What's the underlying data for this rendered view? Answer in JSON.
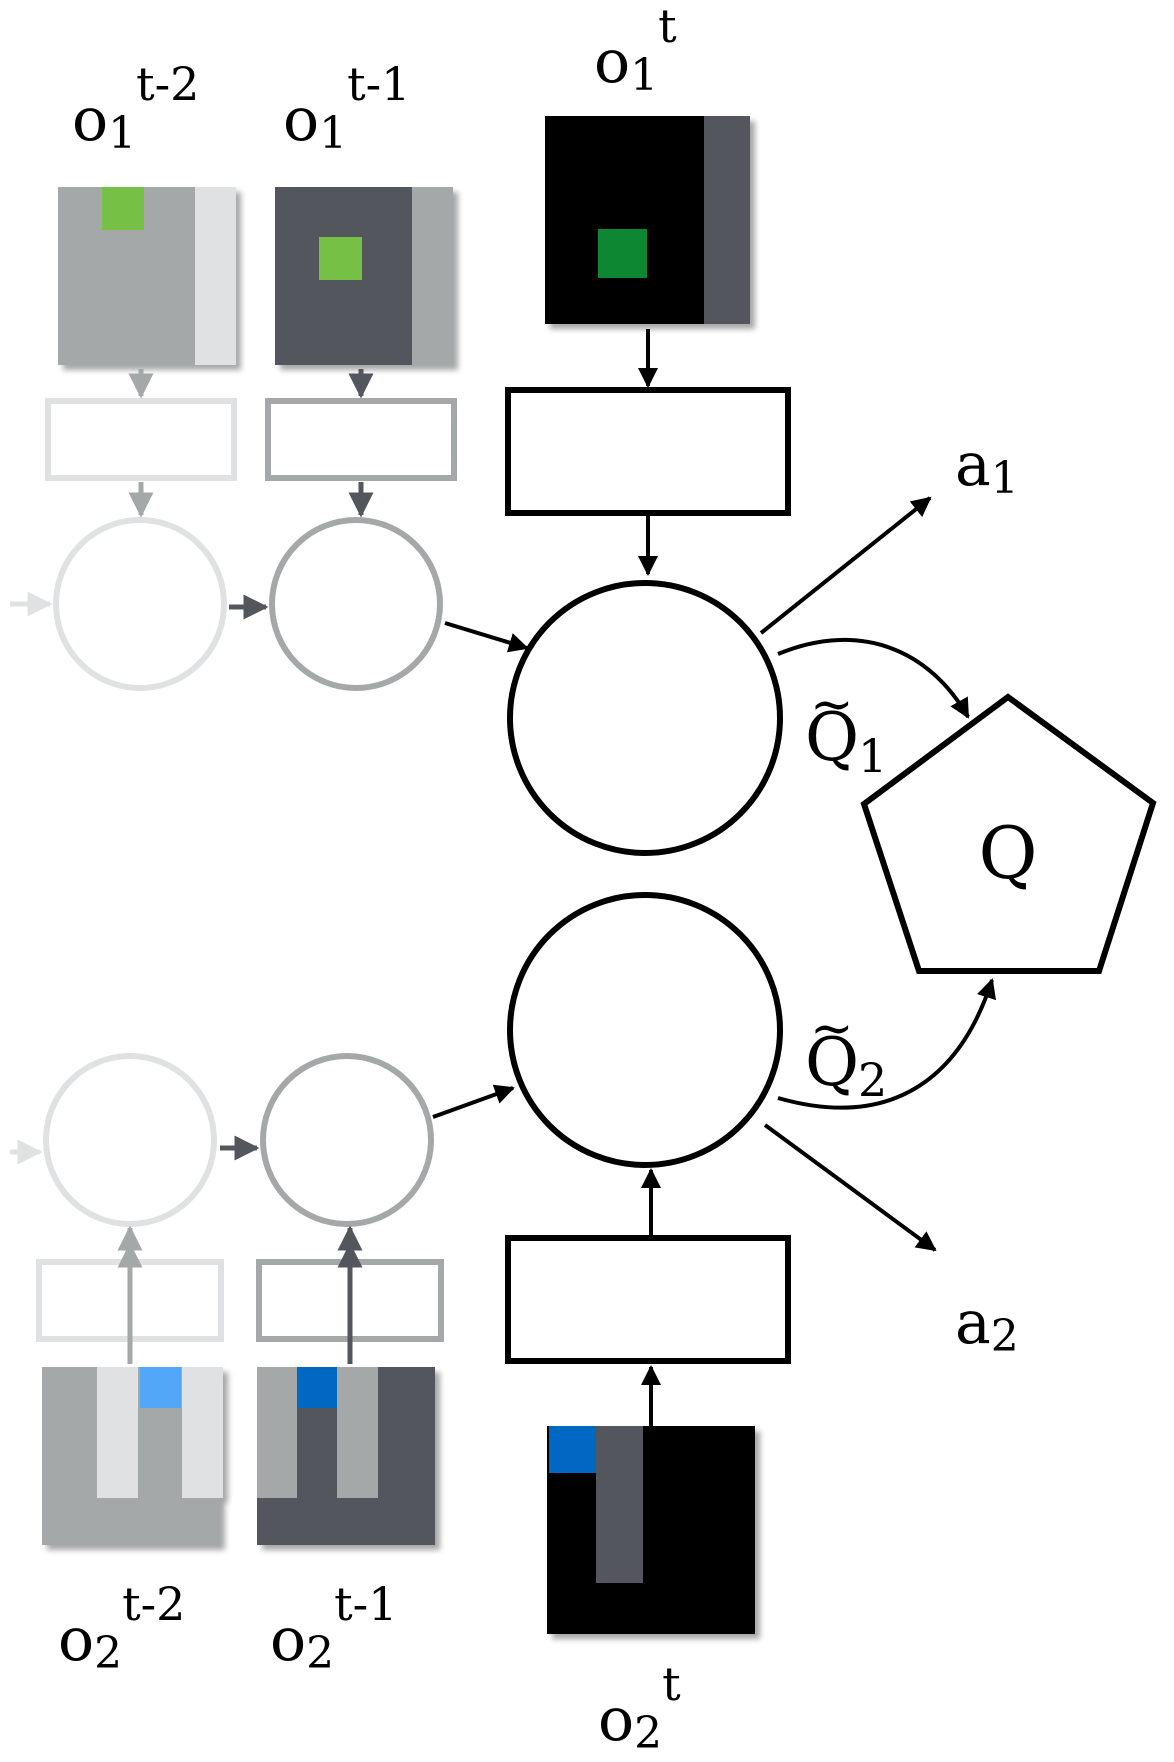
{
  "observations": {
    "agent1": [
      {
        "base": "o",
        "sub": "1",
        "sup": "t-2"
      },
      {
        "base": "o",
        "sub": "1",
        "sup": "t-1"
      },
      {
        "base": "o",
        "sub": "1",
        "sup": "t"
      }
    ],
    "agent2": [
      {
        "base": "o",
        "sub": "2",
        "sup": "t-2"
      },
      {
        "base": "o",
        "sub": "2",
        "sup": "t-1"
      },
      {
        "base": "o",
        "sub": "2",
        "sup": "t"
      }
    ]
  },
  "actions": [
    {
      "base": "a",
      "sub": "1"
    },
    {
      "base": "a",
      "sub": "2"
    }
  ],
  "q_values": [
    {
      "base": "Q",
      "sub": "1",
      "accent": "~"
    },
    {
      "base": "Q",
      "sub": "2",
      "accent": "~"
    }
  ],
  "mixer": {
    "label": "Q"
  },
  "colors": {
    "faded": "#e0e1e2",
    "mid": "#a5a8a9",
    "dark": "#53575d",
    "black": "#000000",
    "agent1_light": "#74c044",
    "agent1_dark": "#118733",
    "agent2_light": "#53a7f9",
    "agent2_dark": "#0667c3"
  }
}
